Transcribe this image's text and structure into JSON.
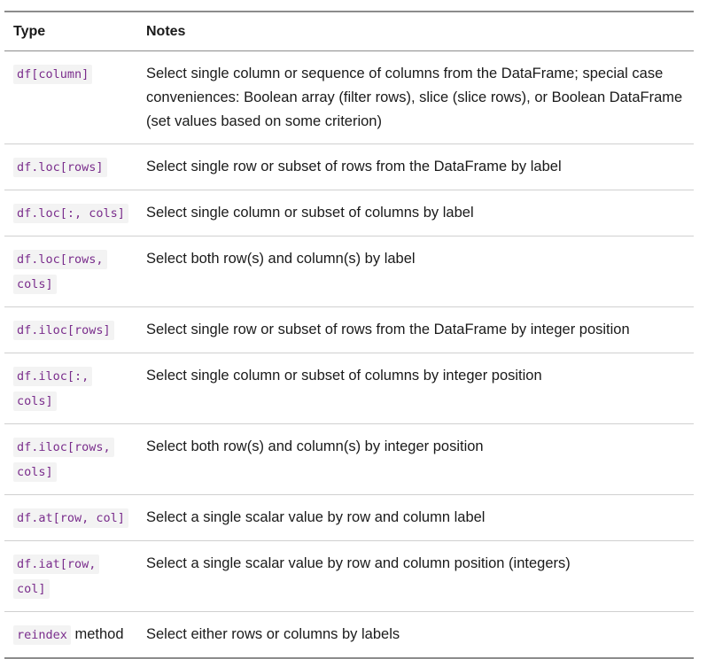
{
  "table": {
    "headers": {
      "type": "Type",
      "notes": "Notes"
    },
    "rows": [
      {
        "code": "df[column]",
        "suffix": "",
        "notes": "Select single column or sequence of columns from the DataFrame; special case conveniences: Boolean array (filter rows), slice (slice rows), or Boolean DataFrame (set values based on some criterion)"
      },
      {
        "code": "df.loc[rows]",
        "suffix": "",
        "notes": "Select single row or subset of rows from the DataFrame by label"
      },
      {
        "code": "df.loc[:, cols]",
        "suffix": "",
        "notes": "Select single column or subset of columns by label"
      },
      {
        "code": "df.loc[rows, cols]",
        "suffix": "",
        "notes": "Select both row(s) and column(s) by label"
      },
      {
        "code": "df.iloc[rows]",
        "suffix": "",
        "notes": "Select single row or subset of rows from the DataFrame by integer position"
      },
      {
        "code": "df.iloc[:, cols]",
        "suffix": "",
        "notes": "Select single column or subset of columns by integer position"
      },
      {
        "code": "df.iloc[rows, cols]",
        "suffix": "",
        "notes": "Select both row(s) and column(s) by integer position"
      },
      {
        "code": "df.at[row, col]",
        "suffix": "",
        "notes": "Select a single scalar value by row and column label"
      },
      {
        "code": "df.iat[row, col]",
        "suffix": "",
        "notes": "Select a single scalar value by row and column position (integers)"
      },
      {
        "code": "reindex",
        "suffix": " method",
        "notes": "Select either rows or columns by labels"
      }
    ]
  }
}
